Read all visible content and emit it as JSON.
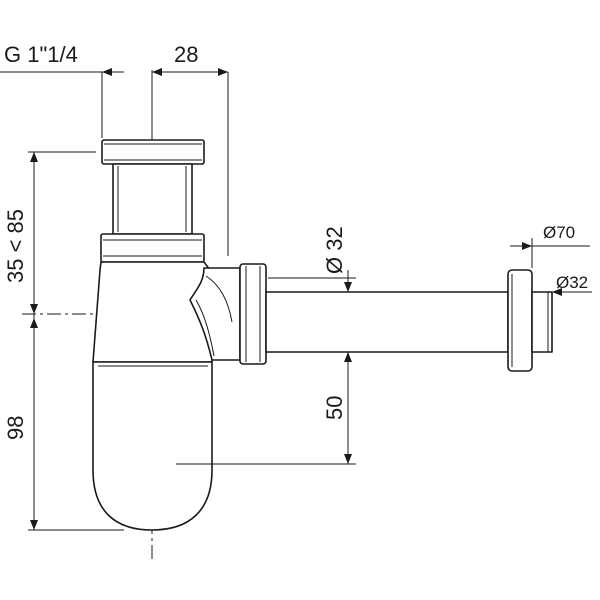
{
  "drawing": {
    "subject": "bottle trap with wall pipe",
    "dimensions": {
      "thread": "G 1\"1/4",
      "offset": "28",
      "height_range": "35 < 85",
      "total_depth": "98",
      "pipe_diameter": "Ø 32",
      "rosette_diameter": "Ø70",
      "outlet_diameter": "Ø32",
      "outlet_height": "50"
    }
  }
}
